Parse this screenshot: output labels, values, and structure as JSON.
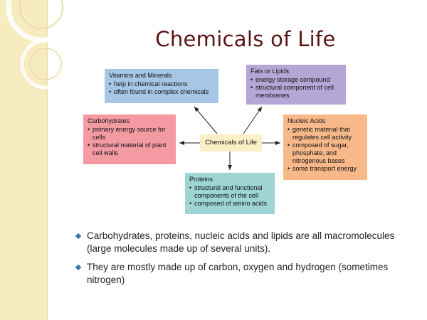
{
  "slide": {
    "title": "Chemicals of Life"
  },
  "diagram": {
    "center": "Chemicals of Life",
    "vitamins": {
      "head": "Vitamins and Minerals",
      "items": [
        "help in chemical reactions",
        "often found in complex chemicals"
      ]
    },
    "fats": {
      "head": "Fats or Lipids",
      "items": [
        "energy storage compound",
        "structural component of cell membranes"
      ]
    },
    "carbs": {
      "head": "Carbohydrates",
      "items": [
        "primary energy source for cells",
        "structural material of plant cell walls"
      ]
    },
    "nucleic": {
      "head": "Nucleic Acids",
      "items": [
        "genetic material that regulates cell activity",
        "composed of sugar, phosphate, and nitrogenous bases",
        "some transport energy"
      ]
    },
    "proteins": {
      "head": "Proteins",
      "items": [
        "structural and functional components of the cell",
        "composed of amino acids"
      ]
    }
  },
  "bullets": [
    "Carbohydrates, proteins, nucleic acids and lipids are all macromolecules (large molecules made up of several units).",
    "They are mostly made up of carbon, oxygen and hydrogen (sometimes nitrogen)"
  ],
  "colors": {
    "title": "#5a1212",
    "band": "#f6ecc0",
    "bullet": "#2f7fa5",
    "vitamins": "#a7c6e6",
    "fats": "#b4a7d6",
    "carbs": "#f39aa3",
    "nucleic": "#f8b98a",
    "proteins": "#9ed4d4",
    "center": "#fcefc6"
  }
}
